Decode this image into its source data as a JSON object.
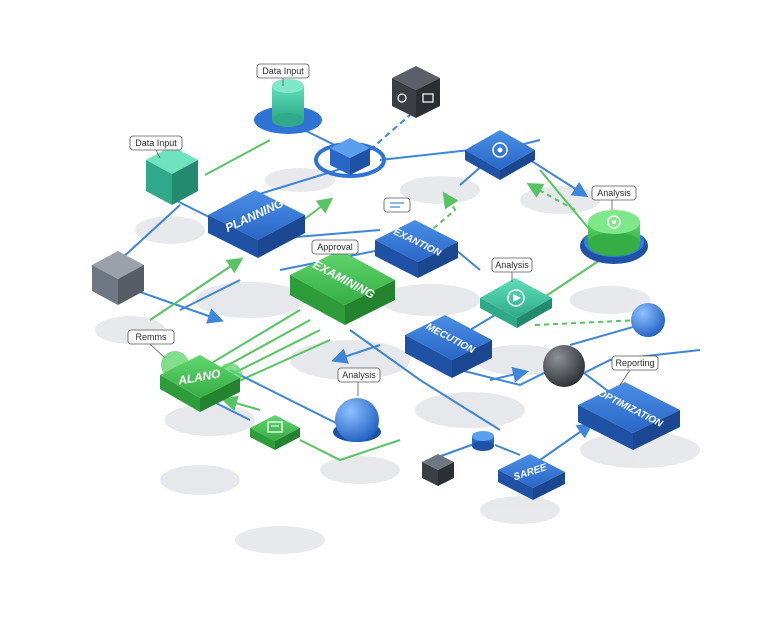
{
  "diagram": {
    "colors": {
      "blue": "#2f73d4",
      "blue_dark": "#1f52a5",
      "green": "#43c252",
      "green_dark": "#2e9c3b",
      "teal": "#3fbf9a",
      "gray": "#6f7782",
      "black": "#3b3f45",
      "line_blue": "#3d86d8",
      "line_green": "#57c463"
    },
    "nodes": {
      "planning": "PLANNING",
      "examining": "EXAMINING",
      "exantion": "EXANTION",
      "mecution": "MECUTION",
      "optimization": "OPTIMIZATION",
      "alano": "ALANO",
      "saree": "SAREE"
    },
    "tags": {
      "data_input_top": "Data Input",
      "data_input_left": "Data Input",
      "approval": "Approval",
      "analysis_center": "Analysis",
      "analysis_right": "Analysis",
      "analysis_lower": "Analysis",
      "reporting": "Reporting",
      "remms": "Remms"
    },
    "icons": {
      "folder_cube": "folder-icon",
      "target_node": "target-icon",
      "play_node": "play-icon",
      "doc_node": "document-icon",
      "note_tag": "note-icon"
    }
  }
}
